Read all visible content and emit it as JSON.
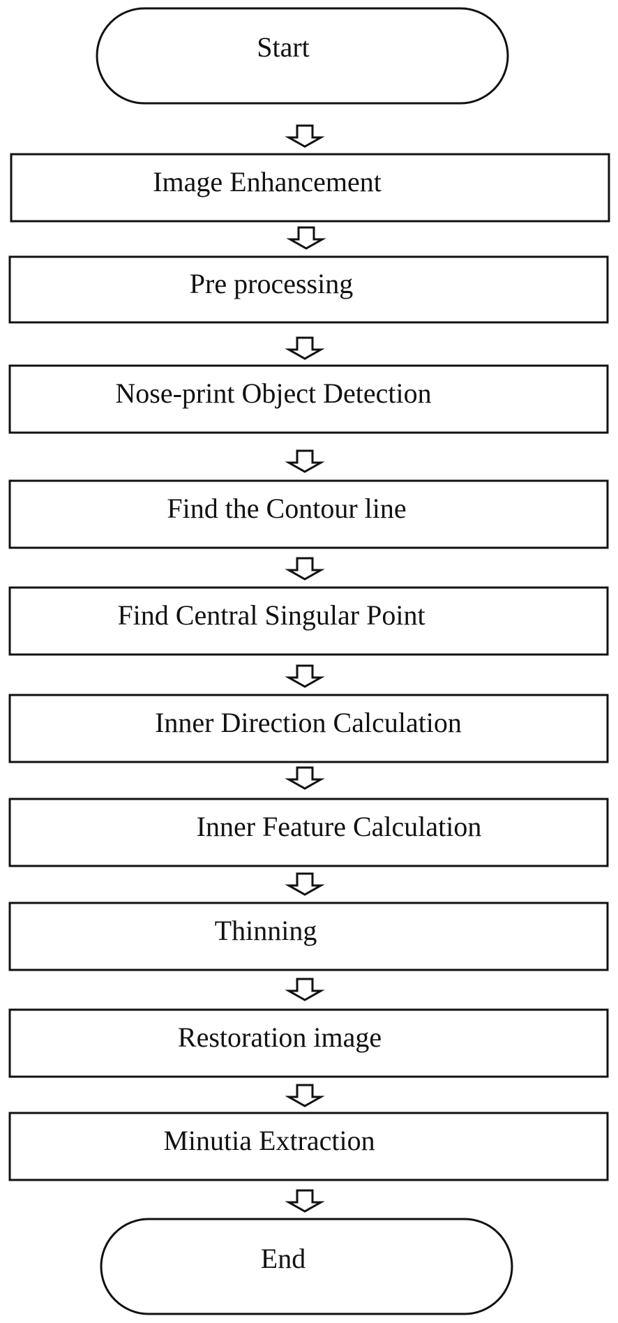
{
  "diagram": {
    "start": {
      "label": "Start"
    },
    "steps": [
      {
        "label": "Image Enhancement"
      },
      {
        "label": "Pre processing"
      },
      {
        "label": "Nose-print Object Detection"
      },
      {
        "label": "Find the Contour line"
      },
      {
        "label": "Find Central Singular Point"
      },
      {
        "label": "Inner Direction Calculation"
      },
      {
        "label": "Inner Feature Calculation"
      },
      {
        "label": "Thinning"
      },
      {
        "label": "Restoration image"
      },
      {
        "label": "Minutia Extraction"
      }
    ],
    "end": {
      "label": "End"
    }
  }
}
